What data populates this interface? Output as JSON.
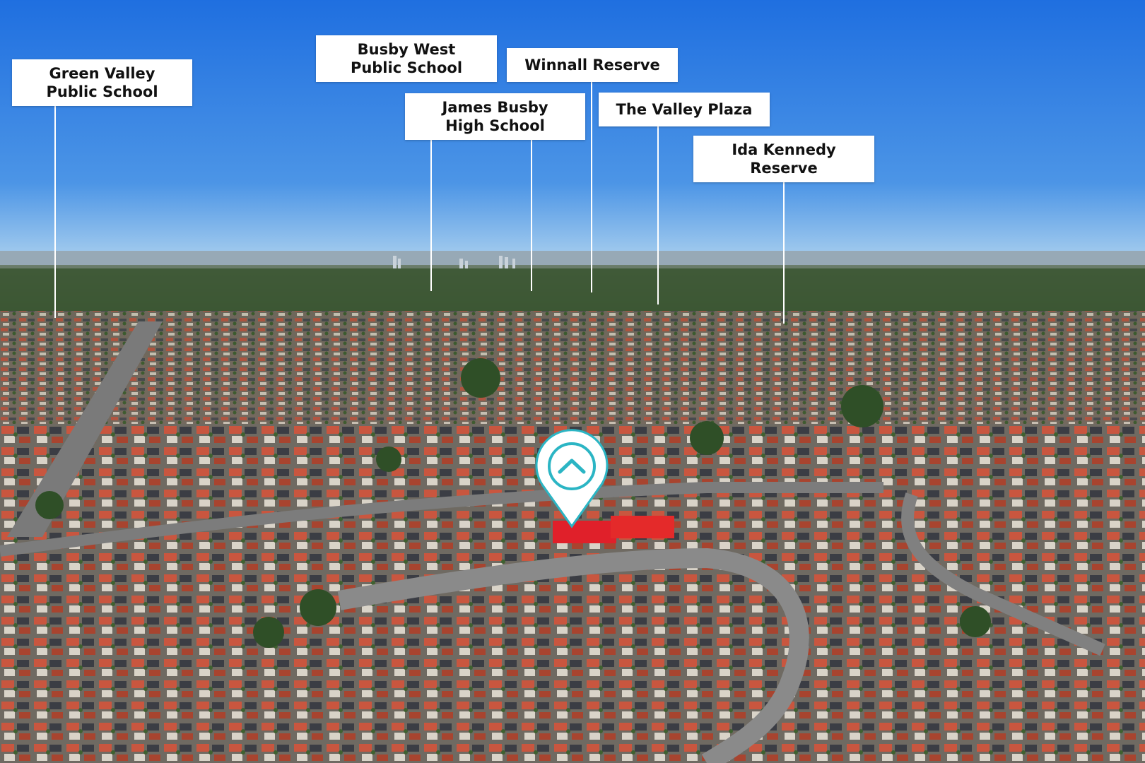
{
  "colors": {
    "sky_top": "#1f6fe0",
    "sky_bottom": "#8bc3ec",
    "label_bg": "#ffffff",
    "label_text": "#111111",
    "pin": "#2bb5c4",
    "roof_red": "#e0202a"
  },
  "pin_icon": "chevron-up-icon",
  "labels": [
    {
      "lines": [
        "Green Valley",
        "Public School"
      ]
    },
    {
      "lines": [
        "Busby West",
        "Public School"
      ]
    },
    {
      "lines": [
        "Winnall Reserve"
      ]
    },
    {
      "lines": [
        "James Busby",
        "High School"
      ]
    },
    {
      "lines": [
        "The Valley Plaza"
      ]
    },
    {
      "lines": [
        "Ida Kennedy",
        "Reserve"
      ]
    }
  ]
}
